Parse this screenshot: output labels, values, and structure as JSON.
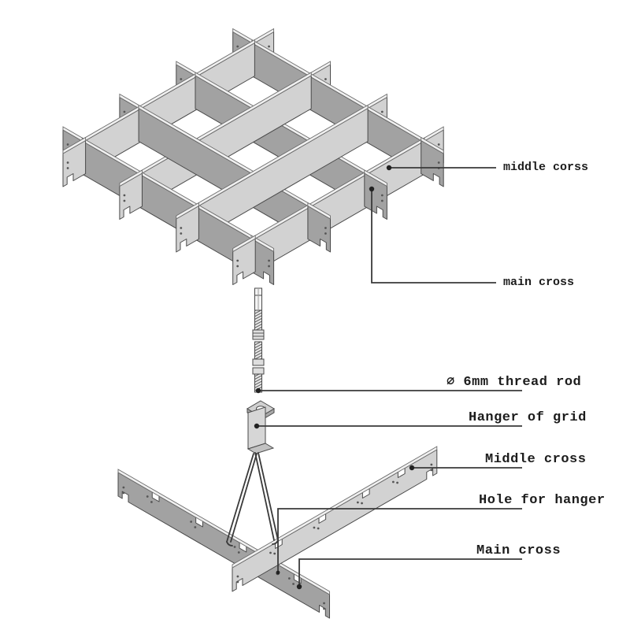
{
  "diagram": {
    "callouts": [
      {
        "id": "middle-corss",
        "label": "middle corss"
      },
      {
        "id": "main-cross-upper",
        "label": "main cross"
      },
      {
        "id": "thread-rod",
        "label": "∅ 6mm thread rod"
      },
      {
        "id": "hanger-of-grid",
        "label": "Hanger of grid"
      },
      {
        "id": "middle-cross",
        "label": "Middle cross"
      },
      {
        "id": "hole-for-hanger",
        "label": "Hole for hanger"
      },
      {
        "id": "main-cross-lower",
        "label": "Main cross"
      }
    ],
    "colors": {
      "background": "#ffffff",
      "web_light": "#d2d2d2",
      "web_dark": "#a2a2a2",
      "flange": "#f0f0f0",
      "outline": "#4a4a4a",
      "leader": "#3a3a3a",
      "text": "#1c1c1c",
      "hole_dot": "#565656",
      "nut_fill": "#dedede",
      "rod_fill": "#f4f4f4",
      "thread_fill": "#ececec"
    }
  }
}
